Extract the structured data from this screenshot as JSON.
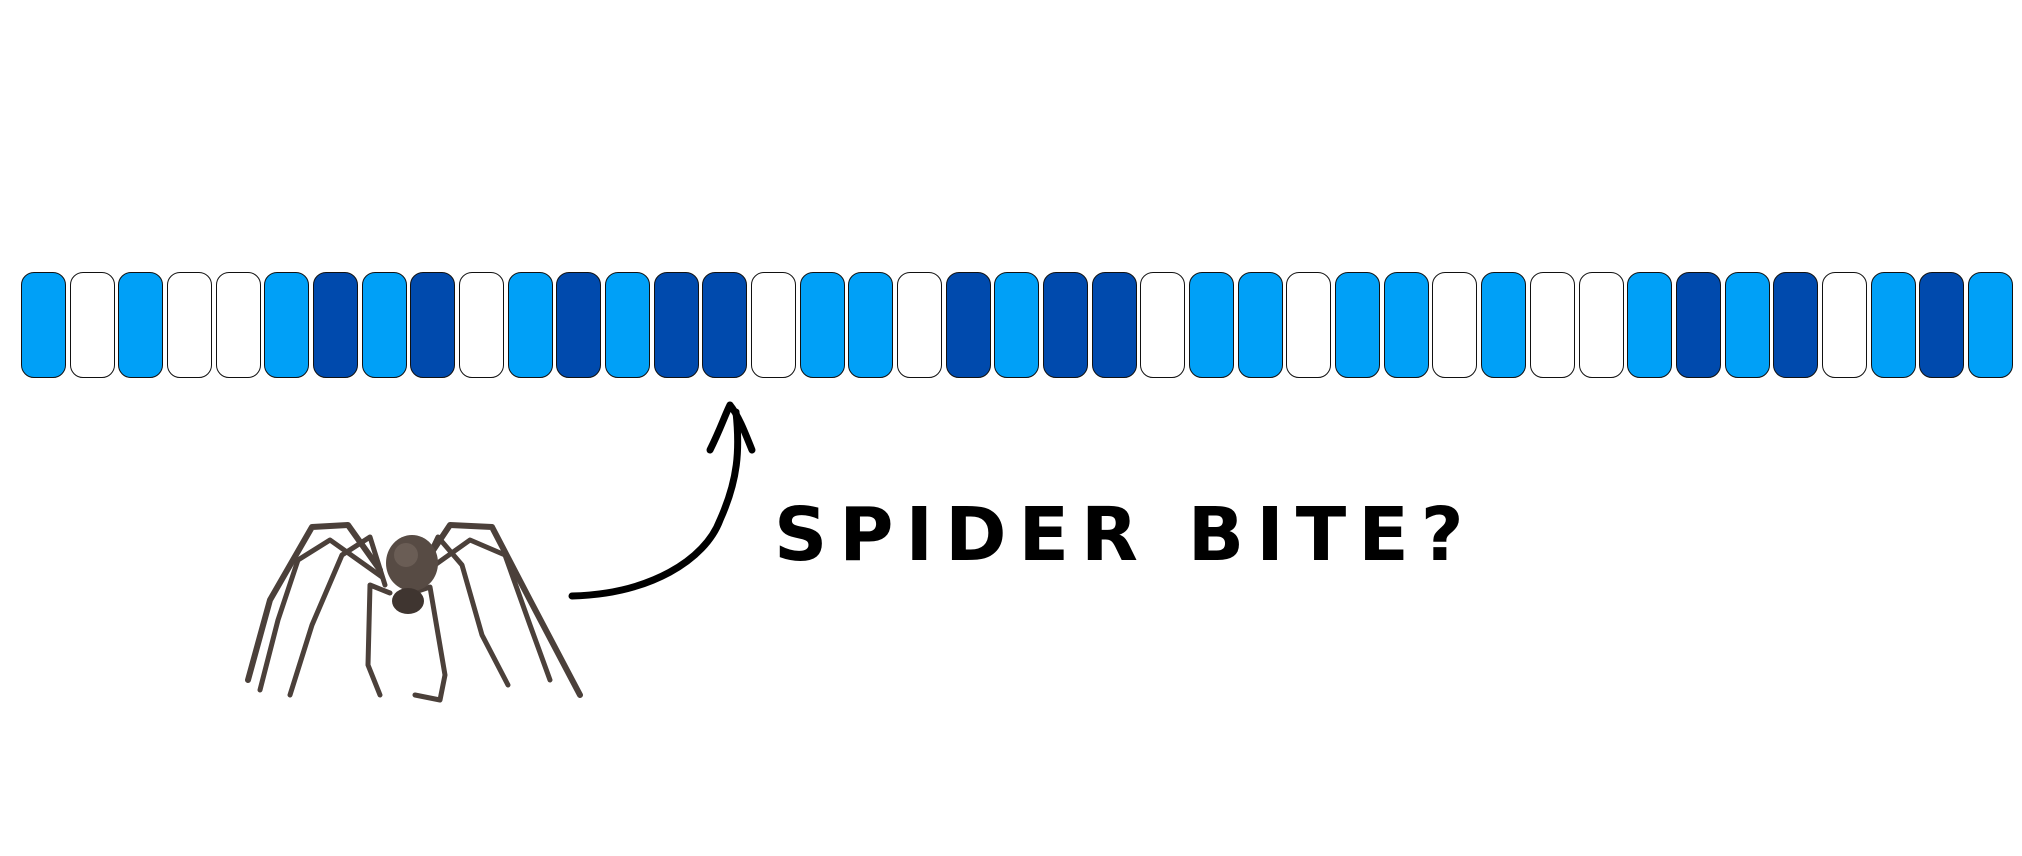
{
  "caption": "SPIDER BITE?",
  "colors": {
    "light": "#00a0f7",
    "dark": "#004aad",
    "empty": "#ffffff",
    "outline": "#111111"
  },
  "segments": [
    "light",
    "empty",
    "light",
    "empty",
    "empty",
    "light",
    "dark",
    "light",
    "dark",
    "empty",
    "light",
    "dark",
    "light",
    "dark",
    "dark",
    "empty",
    "light",
    "light",
    "empty",
    "dark",
    "light",
    "dark",
    "dark",
    "empty",
    "light",
    "light",
    "empty",
    "light",
    "light",
    "empty",
    "light",
    "empty",
    "empty",
    "light",
    "dark",
    "light",
    "dark",
    "empty",
    "light",
    "dark",
    "light"
  ],
  "highlighted_segment_index": 14,
  "icons": {
    "arrow": "curved-arrow-icon",
    "spider": "spider-icon"
  }
}
